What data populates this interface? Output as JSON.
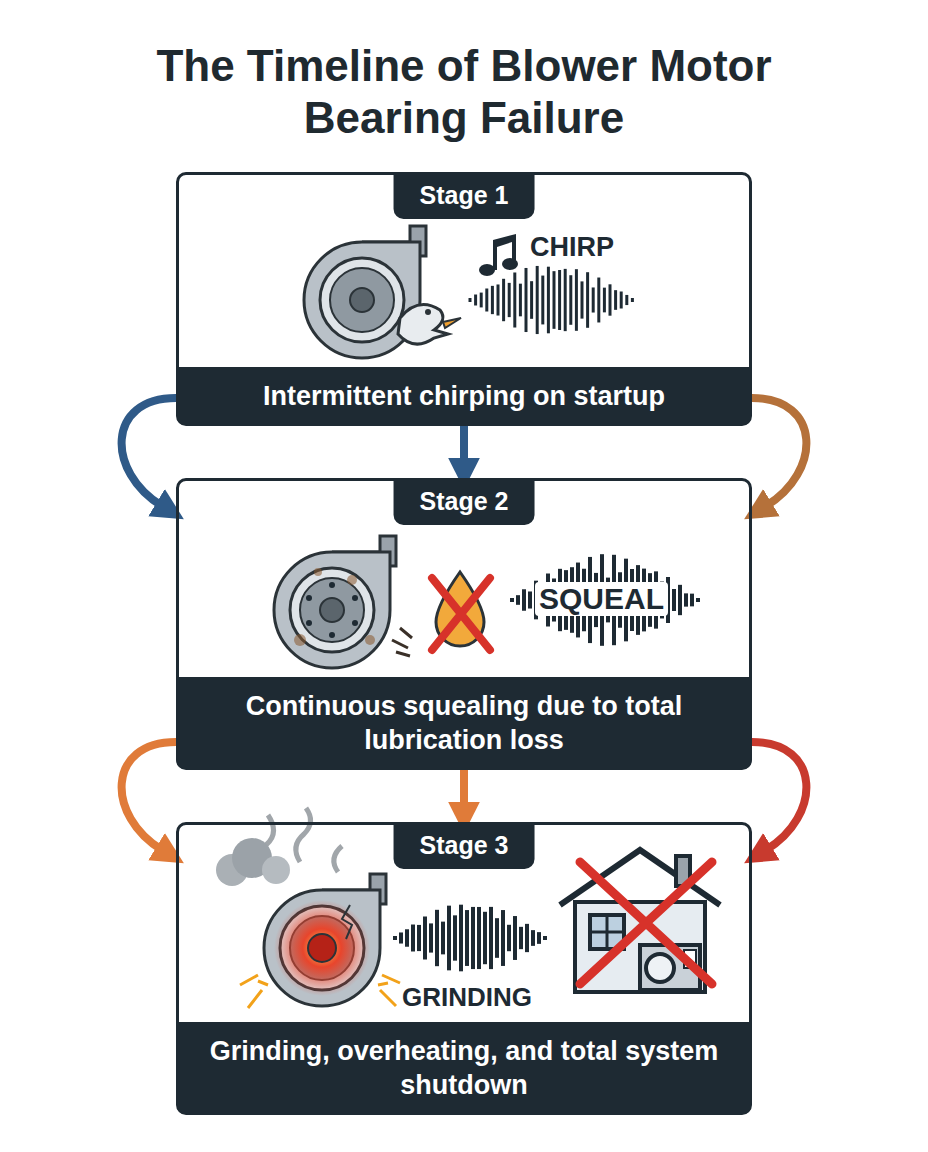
{
  "diagram": {
    "title": "The Timeline of Blower Motor Bearing Failure",
    "nodes": [
      {
        "text": [
          "Stage 1",
          "Intermittent chirping on startup"
        ]
      },
      {
        "text": [
          "Stage 2",
          "Continuous squealing due to total lubrication loss"
        ]
      },
      {
        "text": [
          "Stage 3",
          "Grinding, overheating, and total system shutdown"
        ]
      }
    ],
    "edges": [
      {
        "from": 0,
        "to": 1,
        "arrow": "to"
      },
      {
        "from": 0,
        "to": 1,
        "arrow": "to"
      },
      {
        "from": 0,
        "to": 1,
        "arrow": "to"
      },
      {
        "from": 1,
        "to": 2,
        "arrow": "to"
      },
      {
        "from": 1,
        "to": 2,
        "arrow": "to"
      },
      {
        "from": 1,
        "to": 2,
        "arrow": "to"
      }
    ],
    "labels": [
      "CHIRP",
      "SQUEAL",
      "GRINDING"
    ]
  }
}
